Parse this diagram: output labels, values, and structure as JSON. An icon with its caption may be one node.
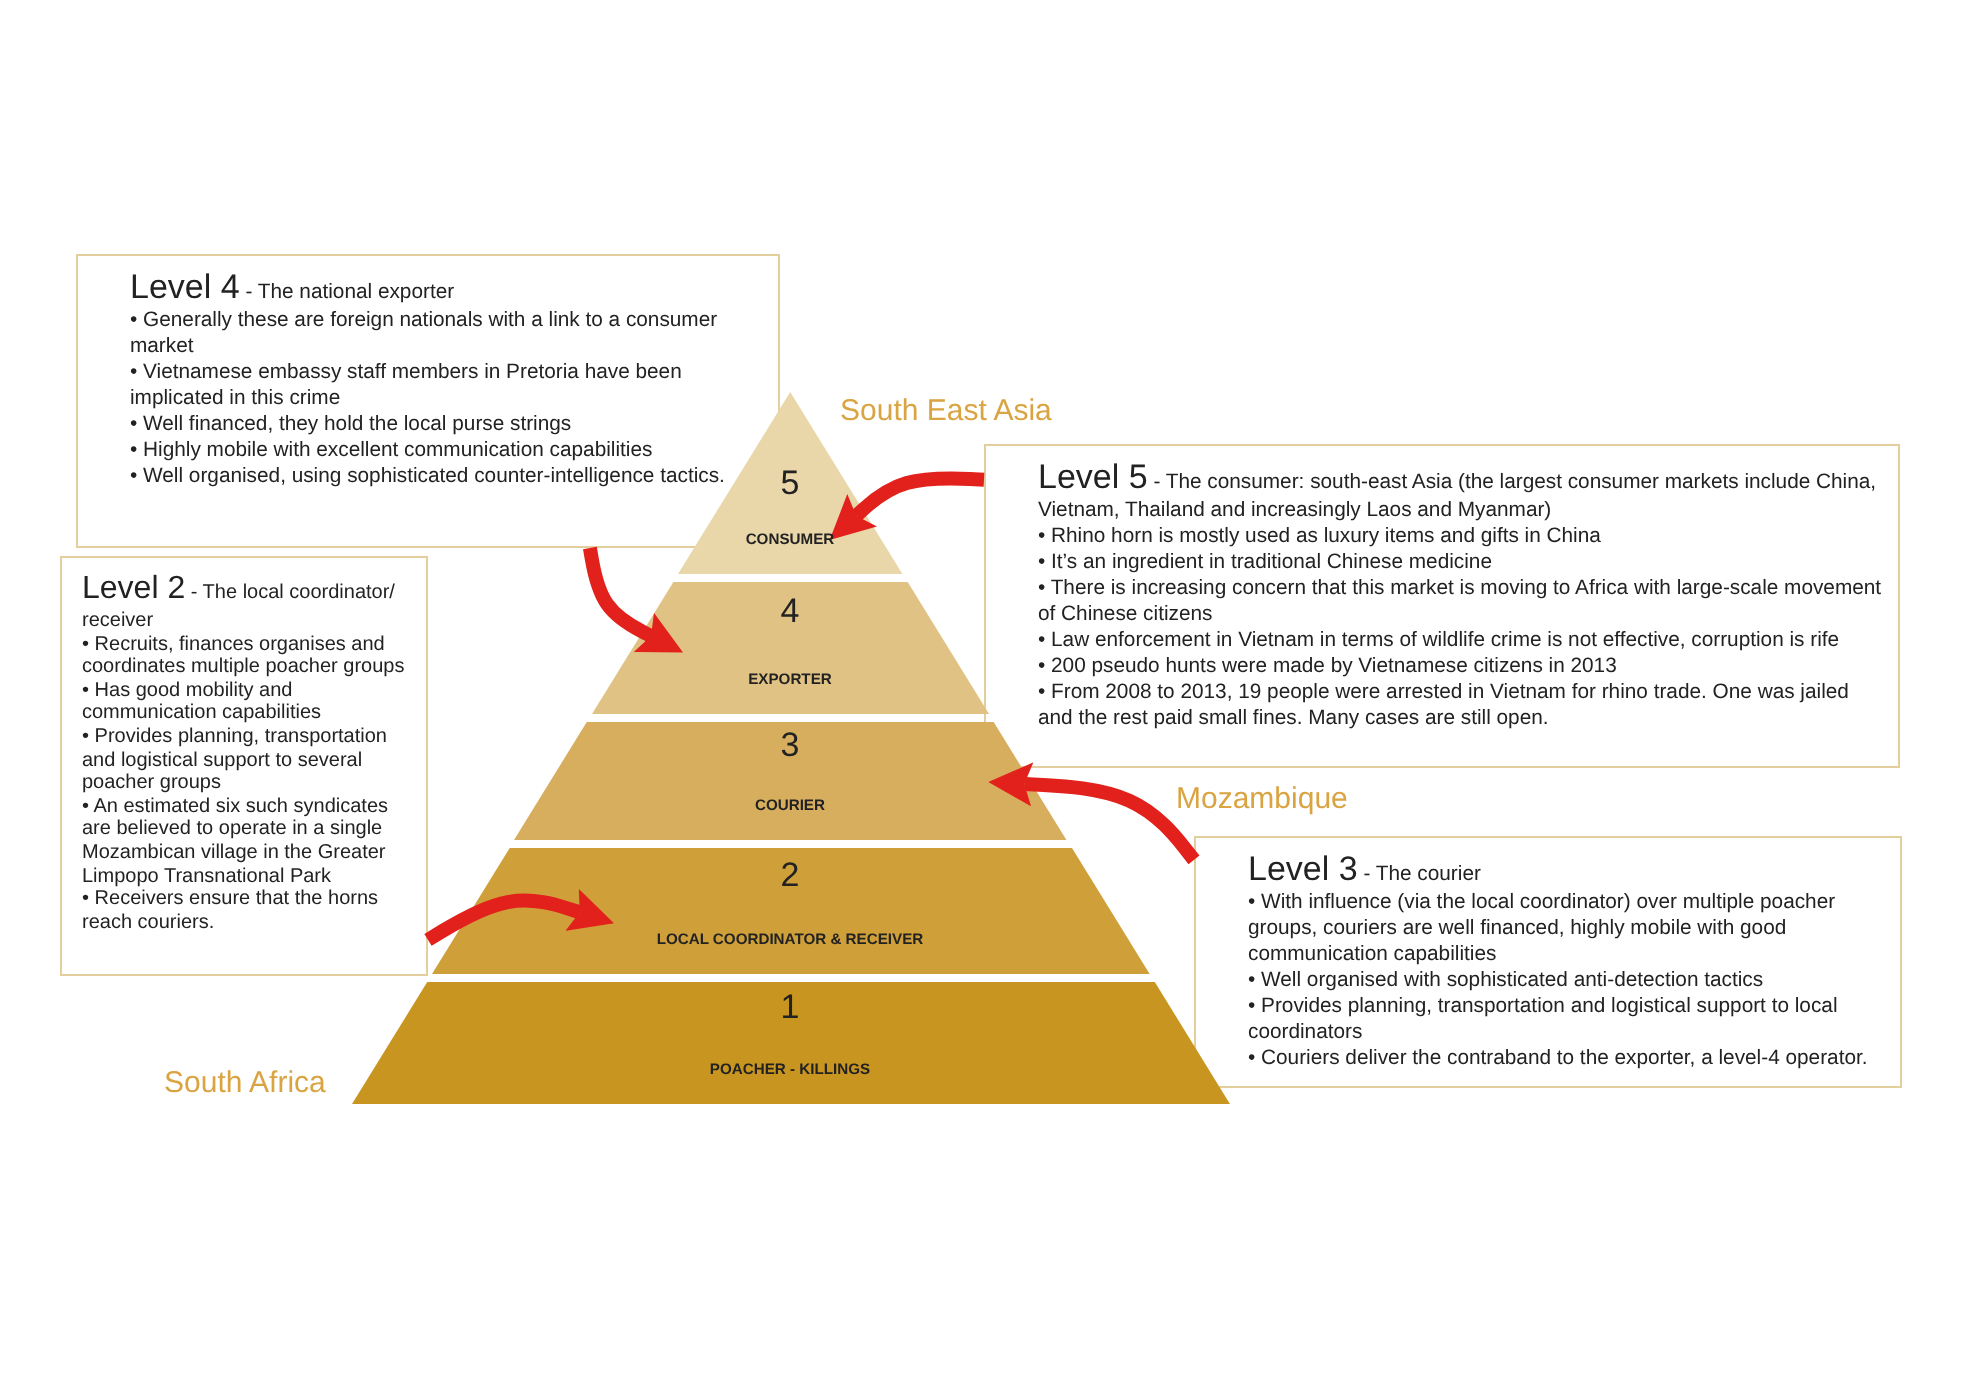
{
  "diagram": {
    "nodes": [
      {
        "text": [
          "Level 4",
          "- The national exporter",
          "• Generally these are foreign nationals with a link to a consumer market",
          "• Vietnamese embassy staff members in Pretoria have been implicated in this crime",
          "• Well financed, they hold the local purse strings",
          "• Highly mobile with excellent communication capabilities",
          "• Well organised, using sophisticated counter-intelligence tactics."
        ]
      },
      {
        "text": [
          "5",
          "CONSUMER"
        ]
      },
      {
        "text": [
          "Level 5",
          "- The consumer: south-east Asia (the largest consumer markets include China, Vietnam, Thailand and increasingly Laos and Myanmar)",
          "• Rhino horn is mostly used as luxury items and gifts in China",
          "• It’s an ingredient in traditional Chinese medicine",
          "• There is increasing concern that this market is moving to Africa with large-scale movement of Chinese citizens",
          "• Law enforcement in Vietnam in terms of wildlife crime is not effective, corruption is rife",
          "• 200 pseudo hunts were made by Vietnamese citizens in 2013",
          "• From 2008 to 2013, 19 people were arrested in Vietnam for rhino trade. One was jailed and the rest paid small fines. Many cases are still open."
        ]
      },
      {
        "text": [
          "4",
          "EXPORTER"
        ]
      },
      {
        "text": [
          "Level 2",
          "- The local coordinator/ receiver",
          "• Recruits, finances organises and coordinates multiple poacher groups",
          "• Has good mobility and communication capabilities",
          "• Provides planning, transportation and logistical support to several poacher groups",
          "• An estimated six such syndicates are believed to operate in a single Mozambican village in the Greater Limpopo Transnational Park",
          "• Receivers ensure that the horns reach couriers."
        ]
      },
      {
        "text": [
          "3",
          "COURIER"
        ]
      },
      {
        "text": [
          "Level 3",
          "- The courier",
          "• With influence (via the local coordinator) over multiple poacher groups, couriers are well financed, highly mobile with good communication capabilities",
          "• Well organised with sophisticated anti-detection tactics",
          "• Provides planning, transportation and logistical support to local coordinators",
          "• Couriers deliver the contraband to the exporter, a level-4 operator."
        ]
      },
      {
        "text": [
          "2",
          "LOCAL COORDINATOR & RECEIVER"
        ]
      },
      {
        "text": [
          "1",
          "POACHER - KILLINGS"
        ]
      }
    ],
    "edges": [
      {
        "from": 0,
        "to": 3,
        "arrow": "to"
      },
      {
        "from": 2,
        "to": 1,
        "arrow": "to"
      },
      {
        "from": 6,
        "to": 5,
        "arrow": "to"
      },
      {
        "from": 4,
        "to": 7,
        "arrow": "to"
      }
    ],
    "labels": [
      "South East Asia",
      "Mozambique",
      "South Africa"
    ]
  }
}
